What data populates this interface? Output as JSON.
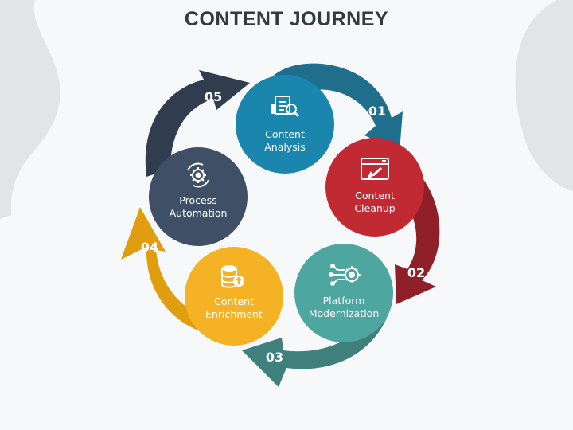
{
  "title": "CONTENT JOURNEY",
  "steps": [
    {
      "number": "01",
      "line1": "Content",
      "line2": "Analysis",
      "icon": "document-search-icon",
      "color": "#1b86ad",
      "arrow_color": "#1e6e8c"
    },
    {
      "number": "02",
      "line1": "Content",
      "line2": "Cleanup",
      "icon": "browser-brush-icon",
      "color": "#c12a33",
      "arrow_color": "#8f1f28"
    },
    {
      "number": "03",
      "line1": "Platform",
      "line2": "Modernization",
      "icon": "circuit-gear-icon",
      "color": "#4ea6a0",
      "arrow_color": "#3f7f7c"
    },
    {
      "number": "04",
      "line1": "Content",
      "line2": "Enrichment",
      "icon": "database-upload-icon",
      "color": "#f4b224",
      "arrow_color": "#e09e0f"
    },
    {
      "number": "05",
      "line1": "Process",
      "line2": "Automation",
      "icon": "gear-cycle-icon",
      "color": "#3e4f66",
      "arrow_color": "#313d4e"
    }
  ]
}
